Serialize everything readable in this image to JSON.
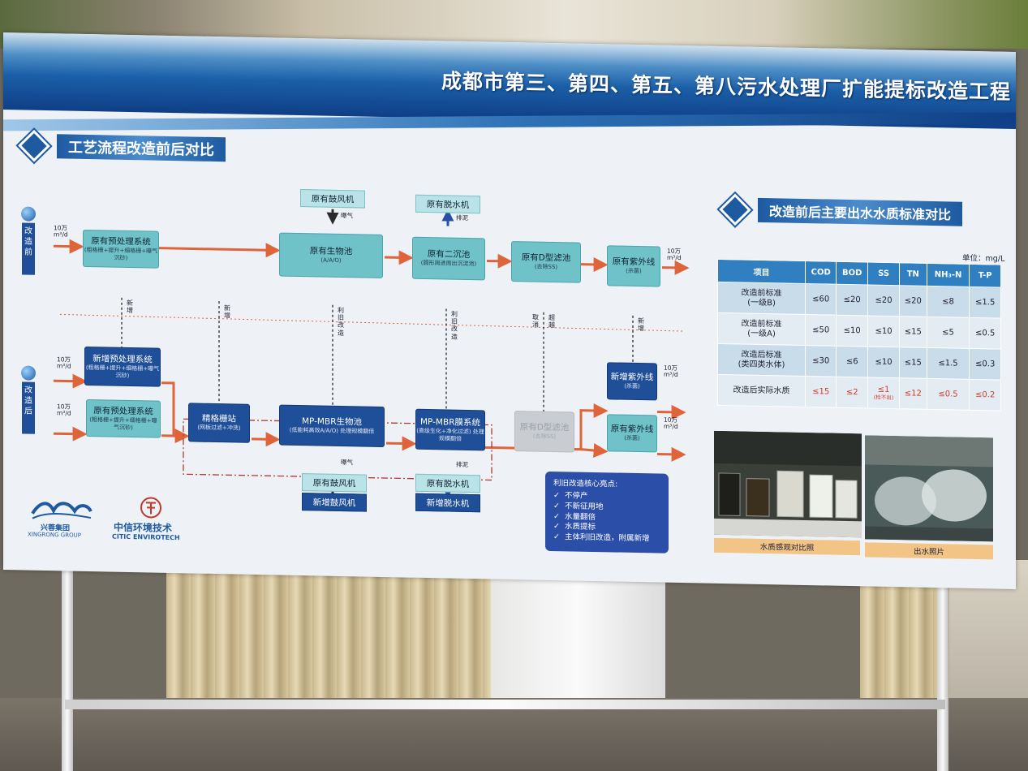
{
  "poster": {
    "title": "成都市第三、第四、第五、第八污水处理厂扩能提标改造工程",
    "left_section_title": "工艺流程改造前后对比",
    "right_section_title": "改造前后主要出水水质标准对比"
  },
  "flow": {
    "before_label": "改造前",
    "after_label": "改造后",
    "inflow": "10万m³/d",
    "boxes": {
      "pre_old": {
        "title": "原有预处理系统",
        "sub": "(粗格栅+提升+细格栅+曝气沉砂)"
      },
      "bio_old": {
        "title": "原有生物池",
        "sub": "(A/A/O)"
      },
      "clar_old": {
        "title": "原有二沉池",
        "sub": "(圆形周进周出沉淀池)"
      },
      "dfilter_old": {
        "title": "原有D型滤池",
        "sub": "(去除SS)"
      },
      "uv_old": {
        "title": "原有紫外线",
        "sub": "(杀菌)"
      },
      "pre_new": {
        "title": "新增预处理系统",
        "sub": "(粗格栅+提升+细格栅+曝气沉砂)"
      },
      "pre_old2": {
        "title": "原有预处理系统",
        "sub": "(粗格栅+提升+细格栅+曝气沉砂)"
      },
      "fine_screen": {
        "title": "精格栅站",
        "sub": "(网板过滤+冲洗)"
      },
      "mbr_bio": {
        "title": "MP-MBR生物池",
        "sub": "(低能耗高效A/A/O)  处理规模翻倍"
      },
      "mbr_mem": {
        "title": "MP-MBR膜系统",
        "sub": "(高级生化+净化过滤)  处理规模翻倍"
      },
      "dfilter_new": {
        "title": "原有D型滤池",
        "sub": "(去除SS)"
      },
      "uv_new_add": {
        "title": "新增紫外线",
        "sub": "(杀菌)"
      },
      "uv_new_old": {
        "title": "原有紫外线",
        "sub": "(杀菌)"
      }
    },
    "labels": {
      "blower_old": "原有鼓风机",
      "dewater_old": "原有脱水机",
      "blower_old_b": "原有鼓风机",
      "blower_new": "新增鼓风机",
      "dewater_old_b": "原有脱水机",
      "dewater_new": "新增脱水机",
      "aeration": "曝气",
      "sludge": "排泥",
      "aeration_b": "曝气",
      "sludge_b": "排泥",
      "add1": "新增",
      "add2": "新增",
      "reuse1": "利旧改造",
      "reuse2": "利旧改造",
      "cancel": "取消",
      "bypass": "超越",
      "add3": "新增"
    },
    "outflows": {
      "o1": "10万m³/d",
      "o2": "10万m³/d",
      "o3": "10万m³/d"
    },
    "in_labels": {
      "i1": "10万m³/d",
      "i2": "10万m³/d",
      "i3": "10万m³/d"
    }
  },
  "highlights": {
    "title": "利旧改造核心亮点:",
    "check_icon": "check-icon",
    "items": [
      "不停产",
      "不新征用地",
      "水量翻倍",
      "水质提标",
      "主体利旧改造，附属新增"
    ]
  },
  "table": {
    "unit": "单位：mg/L",
    "headers": [
      "项目",
      "COD",
      "BOD",
      "SS",
      "TN",
      "NH₃-N",
      "T-P"
    ],
    "rows": [
      {
        "name": "改造前标准\n(一级B)",
        "vals": [
          "≤60",
          "≤20",
          "≤20",
          "≤20",
          "≤8",
          "≤1.5"
        ]
      },
      {
        "name": "改造前标准\n(一级A)",
        "vals": [
          "≤50",
          "≤10",
          "≤10",
          "≤15",
          "≤5",
          "≤0.5"
        ]
      },
      {
        "name": "改造后标准\n(类四类水体)",
        "vals": [
          "≤30",
          "≤6",
          "≤10",
          "≤15",
          "≤1.5",
          "≤0.3"
        ]
      },
      {
        "name": "改造后实际水质",
        "vals": [
          "≤15",
          "≤2",
          "≤1",
          "≤12",
          "≤0.5",
          "≤0.2"
        ],
        "note": "(检不出)"
      }
    ],
    "highlight_color": "#d23a2a"
  },
  "photos": {
    "caption_left": "水质感观对比照",
    "caption_right": "出水照片"
  },
  "logos": {
    "xingrong": "兴蓉集团",
    "xingrong_en": "XINGRONG GROUP",
    "citic": "中信环境技术",
    "citic_en": "CITIC ENVIROTECH"
  }
}
